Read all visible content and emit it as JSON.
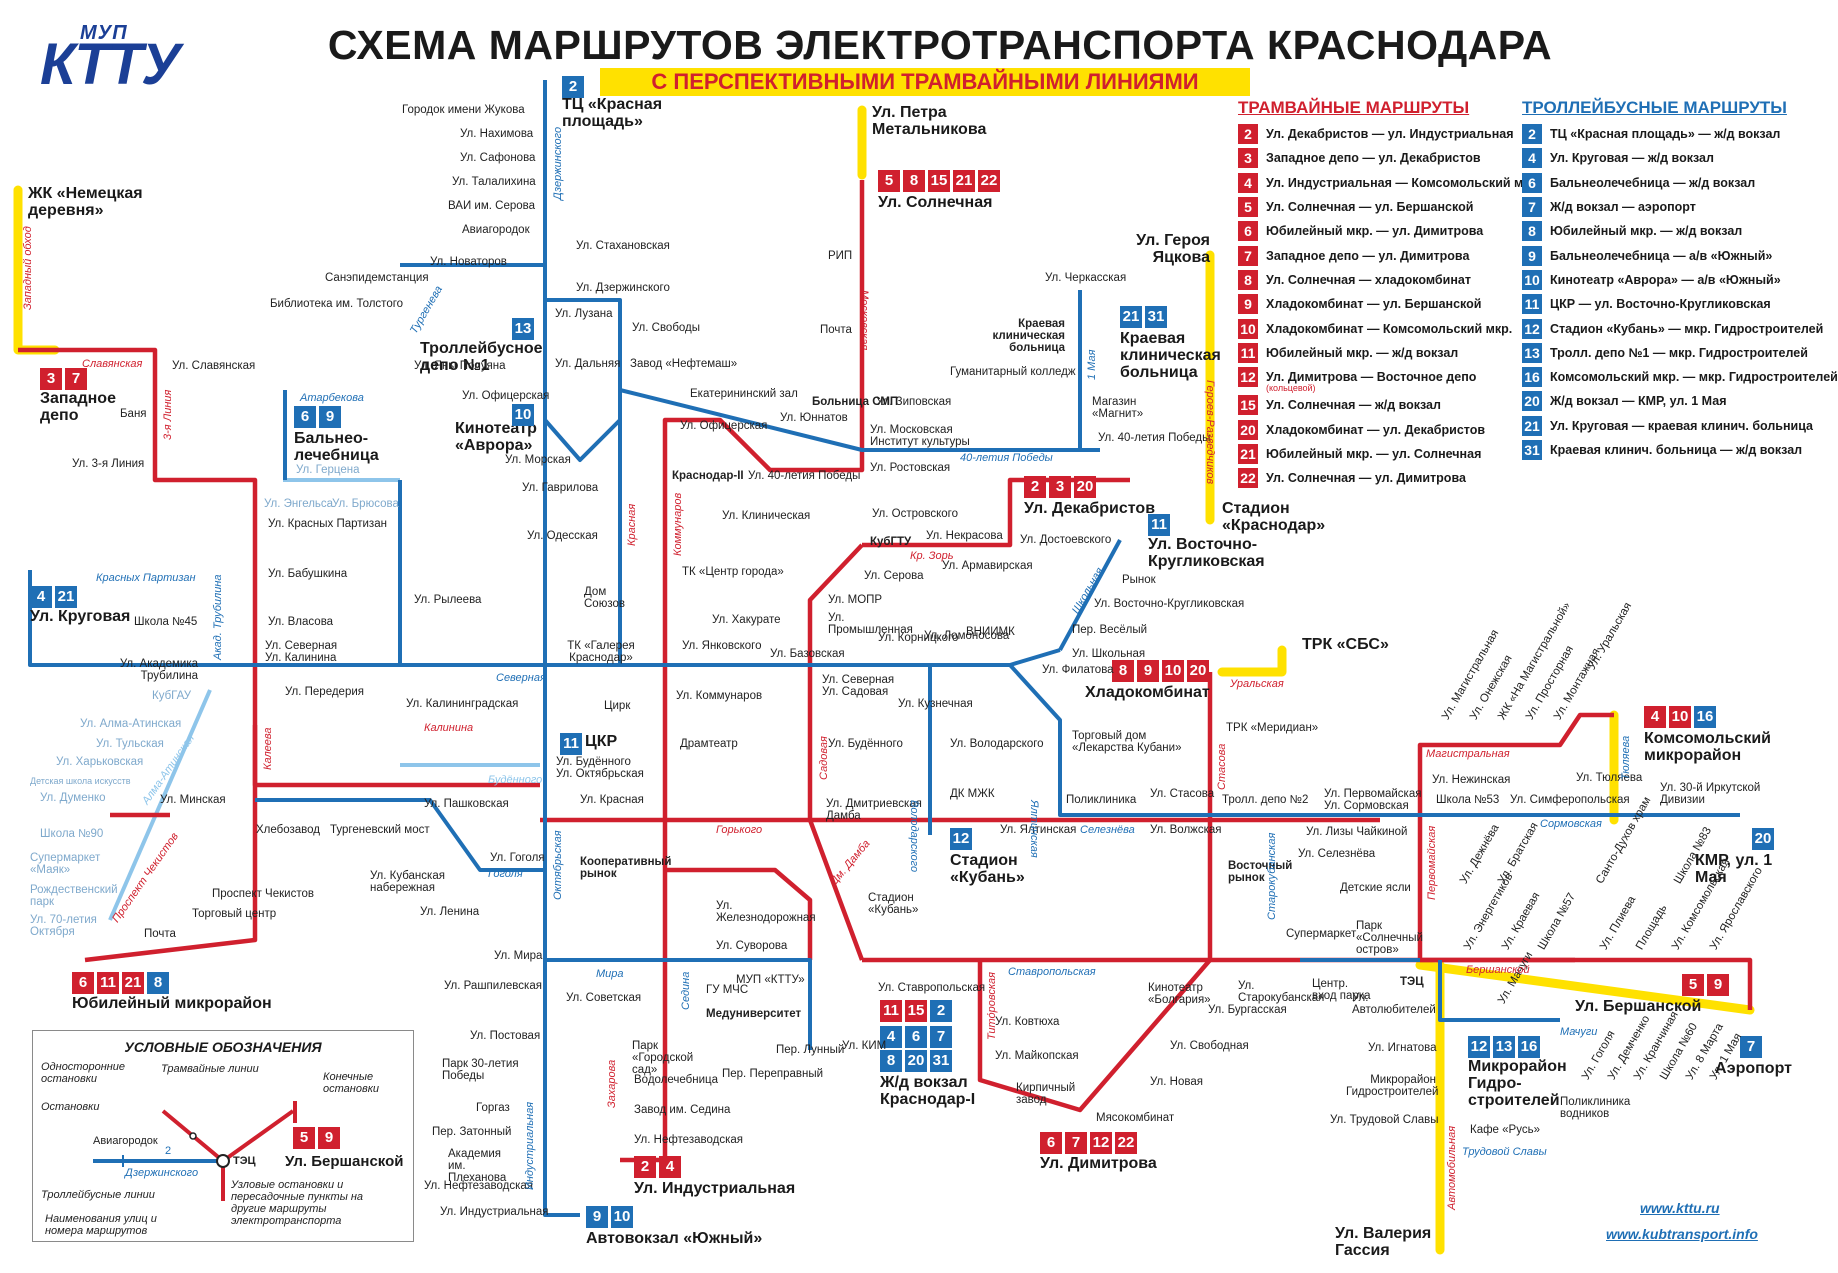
{
  "logo": {
    "top": "МУП",
    "main": "КТТУ"
  },
  "title": "СХЕМА МАРШРУТОВ ЭЛЕКТРОТРАНСПОРТА КРАСНОДАРА",
  "subtitle": "С ПЕРСПЕКТИВНЫМИ ТРАМВАЙНЫМИ ЛИНИЯМИ",
  "colors": {
    "tram": "#d0202e",
    "trolley": "#1f6fb5",
    "perspective": "#ffe100",
    "trolley_light": "#8ec5ea",
    "tram_light": "#e98a8f"
  },
  "legend": {
    "tram_heading": "ТРАМВАЙНЫЕ МАРШРУТЫ",
    "tram": [
      {
        "n": "2",
        "t": "Ул. Декабристов — ул. Индустриальная"
      },
      {
        "n": "3",
        "t": "Западное депо — ул. Декабристов"
      },
      {
        "n": "4",
        "t": "Ул. Индустриальная — Комсомольский мкр."
      },
      {
        "n": "5",
        "t": "Ул. Солнечная — ул. Бершанской"
      },
      {
        "n": "6",
        "t": "Юбилейный мкр. — ул. Димитрова"
      },
      {
        "n": "7",
        "t": "Западное депо — ул. Димитрова"
      },
      {
        "n": "8",
        "t": "Ул. Солнечная — хладокомбинат"
      },
      {
        "n": "9",
        "t": "Хладокомбинат — ул. Бершанской"
      },
      {
        "n": "10",
        "t": "Хладокомбинат — Комсомольский мкр."
      },
      {
        "n": "11",
        "t": "Юбилейный мкр. — ж/д вокзал"
      },
      {
        "n": "12",
        "t": "Ул. Димитрова — Восточное депо"
      },
      {
        "n": "15",
        "t": "Ул. Солнечная — ж/д вокзал"
      },
      {
        "n": "20",
        "t": "Хладокомбинат — ул. Декабристов"
      },
      {
        "n": "21",
        "t": "Юбилейный мкр. — ул. Солнечная"
      },
      {
        "n": "22",
        "t": "Ул. Солнечная — ул. Димитрова"
      }
    ],
    "tram_note": "(кольцевой)",
    "trolley_heading": "ТРОЛЛЕЙБУСНЫЕ МАРШРУТЫ",
    "trolley": [
      {
        "n": "2",
        "t": "ТЦ «Красная площадь» — ж/д вокзал"
      },
      {
        "n": "4",
        "t": "Ул. Круговая — ж/д вокзал"
      },
      {
        "n": "6",
        "t": "Бальнеолечебница — ж/д вокзал"
      },
      {
        "n": "7",
        "t": "Ж/д вокзал — аэропорт"
      },
      {
        "n": "8",
        "t": "Юбилейный мкр. — ж/д вокзал"
      },
      {
        "n": "9",
        "t": "Бальнеолечебница — а/в «Южный»"
      },
      {
        "n": "10",
        "t": "Кинотеатр «Аврора» — а/в «Южный»"
      },
      {
        "n": "11",
        "t": "ЦКР — ул. Восточно-Кругликовская"
      },
      {
        "n": "12",
        "t": "Стадион «Кубань» — мкр. Гидростроителей"
      },
      {
        "n": "13",
        "t": "Тролл. депо №1 — мкр. Гидростроителей"
      },
      {
        "n": "16",
        "t": "Комсомольский мкр. — мкр. Гидростроителей"
      },
      {
        "n": "20",
        "t": "Ж/д вокзал — КМР, ул. 1 Мая"
      },
      {
        "n": "21",
        "t": "Ул. Круговая — краевая клинич. больница"
      },
      {
        "n": "31",
        "t": "Краевая клинич. больница — ж/д вокзал"
      }
    ]
  },
  "terminals": {
    "t1": "ТЦ «Красная площадь»",
    "t2": "ЖК «Немецкая деревня»",
    "t3": "Западное депо",
    "t4": "Ул. Петра Метальникова",
    "t5": "Ул. Солнечная",
    "t6": "Ул. Героя Яцкова",
    "t7": "Краевая клиническая больница",
    "t8": "Троллейбусное депо №1",
    "t9": "Кинотеатр «Аврора»",
    "t10": "Бальнео-лечебница",
    "t11": "Ул. Декабристов",
    "t12": "Стадион «Краснодар»",
    "t13": "Ул. Восточно-Кругликовская",
    "t14": "Ул. Круговая",
    "t15": "ТРК «СБС»",
    "t16": "Хладокомбинат",
    "t17": "ЦКР",
    "t18": "Комсомольский микрорайон",
    "t19": "Стадион «Кубань»",
    "t20": "КМР, ул. 1 Мая",
    "t21": "Юбилейный микрорайон",
    "t22": "Ул. Бершанской",
    "t23": "Ж/д вокзал Краснодар-I",
    "t24": "Аэропорт",
    "t25": "Микрорайон Гидро-строителей",
    "t26": "Ул. Димитрова",
    "t27": "Ул. Индустриальная",
    "t28": "Автовокзал «Южный»",
    "t29": "Ул. Валерия Гассия"
  },
  "badges": {
    "b1": [
      {
        "n": "2",
        "c": "trol"
      }
    ],
    "b2": [
      {
        "n": "3",
        "c": "tram"
      },
      {
        "n": "7",
        "c": "tram"
      }
    ],
    "b3": [
      {
        "n": "5",
        "c": "tram"
      },
      {
        "n": "8",
        "c": "tram"
      },
      {
        "n": "15",
        "c": "tram"
      },
      {
        "n": "21",
        "c": "tram"
      },
      {
        "n": "22",
        "c": "tram"
      }
    ],
    "b4": [
      {
        "n": "21",
        "c": "trol"
      },
      {
        "n": "31",
        "c": "trol"
      }
    ],
    "b5": [
      {
        "n": "13",
        "c": "trol"
      }
    ],
    "b6": [
      {
        "n": "10",
        "c": "trol"
      }
    ],
    "b7": [
      {
        "n": "6",
        "c": "trol"
      },
      {
        "n": "9",
        "c": "trol"
      }
    ],
    "b8": [
      {
        "n": "2",
        "c": "tram"
      },
      {
        "n": "3",
        "c": "tram"
      },
      {
        "n": "20",
        "c": "tram"
      }
    ],
    "b9": [
      {
        "n": "11",
        "c": "trol"
      }
    ],
    "b10": [
      {
        "n": "4",
        "c": "trol"
      },
      {
        "n": "21",
        "c": "trol"
      }
    ],
    "b11": [
      {
        "n": "8",
        "c": "tram"
      },
      {
        "n": "9",
        "c": "tram"
      },
      {
        "n": "10",
        "c": "tram"
      },
      {
        "n": "20",
        "c": "tram"
      }
    ],
    "b12": [
      {
        "n": "11",
        "c": "trol"
      }
    ],
    "b13": [
      {
        "n": "4",
        "c": "tram"
      },
      {
        "n": "10",
        "c": "tram"
      },
      {
        "n": "16",
        "c": "trol"
      }
    ],
    "b14": [
      {
        "n": "12",
        "c": "trol"
      }
    ],
    "b15": [
      {
        "n": "20",
        "c": "trol"
      }
    ],
    "b16": [
      {
        "n": "6",
        "c": "tram"
      },
      {
        "n": "11",
        "c": "tram"
      },
      {
        "n": "21",
        "c": "tram"
      },
      {
        "n": "8",
        "c": "trol"
      }
    ],
    "b17": [
      {
        "n": "5",
        "c": "tram"
      },
      {
        "n": "9",
        "c": "tram"
      }
    ],
    "b18": [
      {
        "n": "11",
        "c": "tram"
      },
      {
        "n": "15",
        "c": "tram"
      },
      {
        "n": "2",
        "c": "trol"
      }
    ],
    "b19": [
      {
        "n": "4",
        "c": "trol"
      },
      {
        "n": "6",
        "c": "trol"
      },
      {
        "n": "7",
        "c": "trol"
      }
    ],
    "b20": [
      {
        "n": "8",
        "c": "trol"
      },
      {
        "n": "20",
        "c": "trol"
      },
      {
        "n": "31",
        "c": "trol"
      }
    ],
    "b21": [
      {
        "n": "7",
        "c": "trol"
      }
    ],
    "b22": [
      {
        "n": "12",
        "c": "trol"
      },
      {
        "n": "13",
        "c": "trol"
      },
      {
        "n": "16",
        "c": "trol"
      }
    ],
    "b23": [
      {
        "n": "6",
        "c": "tram"
      },
      {
        "n": "7",
        "c": "tram"
      },
      {
        "n": "12",
        "c": "tram"
      },
      {
        "n": "22",
        "c": "tram"
      }
    ],
    "b24": [
      {
        "n": "2",
        "c": "tram"
      },
      {
        "n": "4",
        "c": "tram"
      }
    ],
    "b25": [
      {
        "n": "9",
        "c": "trol"
      },
      {
        "n": "10",
        "c": "trol"
      }
    ]
  },
  "stops": {
    "s1": "Городок имени Жукова",
    "s2": "Ул. Нахимова",
    "s3": "Ул. Сафонова",
    "s4": "Ул. Талалихина",
    "s5": "ВАИ им. Серова",
    "s6": "Авиагородок",
    "s7": "Ул. Новаторов",
    "s8": "Санэпидемстанция",
    "s9": "Библиотека им. Толстого",
    "s10": "Ул. Стахановская",
    "s11": "Ул. Дзержинского",
    "s12": "Ул. Лузана",
    "s13": "Ул. Свободы",
    "s14": "Ул. Дальняя",
    "s15": "Завод «Нефтемаш»",
    "s16": "Ул. Яны Полуяна",
    "s17": "Ул. Офицерская",
    "s18": "Ул. Морская",
    "s19": "Ул. Гаврилова",
    "s20": "Ул. Одесская",
    "s21": "Ул. Славянская",
    "s22": "Баня",
    "s23": "Ул. 3-я Линия",
    "s24": "Ул. Герцена",
    "s25": "Ул. Энгельса",
    "s26": "Ул. Брюсова",
    "s27": "Ул. Красных Партизан",
    "s28": "Ул. Бабушкина",
    "s29": "Ул. Рылеева",
    "s30": "Ул. Власова",
    "s31": "Школа №45",
    "s32": "Ул. Академика Трубилина",
    "s33": "Ул. Северная",
    "s34": "Ул. Калинина",
    "s35": "КубГАУ",
    "s36": "Ул. Алма-Атинская",
    "s37": "Ул. Тульская",
    "s38": "Ул. Харьковская",
    "s39": "Детская школа искусств",
    "s40": "Ул. Думенко",
    "s41": "Школа №90",
    "s42": "Супермаркет «Маяк»",
    "s43": "Рождественский парк",
    "s44": "Ул. 70-летия Октября",
    "s45": "Ул. Минская",
    "s46": "Хлебозавод",
    "s47": "Торговый центр",
    "s48": "Почта",
    "s49": "Проспект Чекистов",
    "s50": "Тургеневский мост",
    "s51": "Ул. Передерия",
    "s52": "Ул. Калининградская",
    "s53": "Ул. Пашковская",
    "s54": "Ул. Кубанская набережная",
    "s55": "Ул. Гоголя",
    "s56": "Ул. Ленина",
    "s57": "Ул. Мира",
    "s58": "Ул. Рашпилевская",
    "s59": "Ул. Постовая",
    "s60": "Парк 30-летия Победы",
    "s61": "Горгаз",
    "s62": "Пер. Затонный",
    "s63": "Академия им. Плеханова",
    "s64": "Ул. Нефтезаводская",
    "s65": "Ул. Индустриальная",
    "s66": "Ул. Советская",
    "s67": "Парк «Городской сад»",
    "s68": "Водолечебница",
    "s69": "Завод им. Седина",
    "s70": "Ул. Нефтезаводская",
    "s71": "Кооперативный рынок",
    "s72": "Ул. Будённого",
    "s73": "Ул. Октябрьская",
    "s74": "Ул. Красная",
    "s75": "Драмтеатр",
    "s76": "Ул. Коммунаров",
    "s77": "Цирк",
    "s78": "ТК «Галерея Краснодар»",
    "s79": "Дом Союзов",
    "s80": "Ул. Хакурате",
    "s81": "Ул. Янковского",
    "s82": "Ул. Базовская",
    "s83": "Ул. Железнодорожная",
    "s84": "Ул. Суворова",
    "s85": "МУП «КТТУ»",
    "s86": "ГУ МЧС",
    "s87": "Медуниверситет",
    "s88": "Пер. Переправный",
    "s89": "Пер. Лунный",
    "s90": "Ул. КИМ",
    "s91": "Ул. Офицерская",
    "s92": "Краснодар-II",
    "s93": "Ул. 40-летия Победы",
    "s94": "Ул. Клиническая",
    "s95": "ТК «Центр города»",
    "s96": "Ул. Промышленная",
    "s97": "Ул. МОПР",
    "s98": "Ул. Северная",
    "s99": "Ул. Садовая",
    "s100": "Ул. Кузнечная",
    "s101": "Ул. Володарского",
    "s102": "ДК МЖК",
    "s103": "Ул. Дмитриевская Дамба",
    "s104": "Ул. Будённого",
    "s105": "Стадион «Кубань»",
    "s106": "Ул. Ставропольская",
    "s107": "Ул. Ковтюха",
    "s108": "Ул. Майкопская",
    "s109": "Кирпичный завод",
    "s110": "Мясокомбинат",
    "s111": "Ул. Новая",
    "s112": "Ул. Свободная",
    "s113": "Ул. Бургасская",
    "s114": "Кинотеатр «Болгария»",
    "s115": "Ул. Старокубанская",
    "s116": "Супермаркет",
    "s117": "Центр. вход парка",
    "s118": "Ул. Автолюбителей",
    "s119": "ТЭЦ",
    "s120": "Парк «Солнечный остров»",
    "s121": "Ул. Игнатова",
    "s122": "Микрорайон Гидростроителей",
    "s123": "Ул. Трудовой Славы",
    "s124": "Кафе «Русь»",
    "s125": "Поликлиника водников",
    "s126": "Ул. Лизы Чайкиной",
    "s127": "Ул. Селезнёва",
    "s128": "Детские ясли",
    "s129": "Восточный рынок",
    "s130": "Тролл. депо №2",
    "s131": "Ул. Первомайская",
    "s132": "Ул. Сормовская",
    "s133": "Школа №53",
    "s134": "Ул. Симферопольская",
    "s135": "Ул. Тюляева",
    "s136": "Ул. Нежинская",
    "s137": "Ул. 30-й Иркутской Дивизии",
    "s138": "Поликлиника",
    "s139": "Ул. Стасова",
    "s140": "Ул. Волжская",
    "s141": "Ул. Ялтинская",
    "s142": "Торговый дом «Лекарства Кубани»",
    "s143": "ТРК «Меридиан»",
    "s144": "Ул. Филатова",
    "s145": "Ул. Школьная",
    "s146": "Пер. Весёлый",
    "s147": "Ул. Восточно-Кругликовская",
    "s148": "Рынок",
    "s149": "ВНИИМК",
    "s150": "Ул. Ломоносова",
    "s151": "Ул. Корницкого",
    "s152": "Ул. Серова",
    "s153": "Ул. Армавирская",
    "s154": "Ул. Некрасова",
    "s155": "Ул. Достоевского",
    "s156": "КубГТУ",
    "s157": "Ул. Островского",
    "s158": "Ул. Ростовская",
    "s159": "Ул. Московская",
    "s160": "Институт культуры",
    "s161": "Ул. Зиповская",
    "s162": "Ул. Юннатов",
    "s163": "Больница СМП",
    "s164": "Екатерининский зал",
    "s165": "РИП",
    "s166": "Почта",
    "s167": "Ул. Черкасская",
    "s168": "Краевая клиническая больница",
    "s169": "Гуманитарный колледж",
    "s170": "Магазин «Магнит»",
    "s171": "Ул. 40-летия Победы",
    "s172": "Ул. Уральская",
    "s173": "Ул. Магистральная",
    "s174": "Ул. Онежская",
    "s175": "ЖК «На Магистральной»",
    "s176": "Ул. Просторная",
    "s177": "Ул. Монтажная",
    "s178": "Ул. Дежнёва",
    "s179": "Ул. Братская",
    "s180": "Санто-Духов храм",
    "s181": "Школа №83",
    "s182": "Ул. Энергетиков",
    "s183": "Ул. Краевая",
    "s184": "Школа №57",
    "s185": "Ул. Плиева",
    "s186": "Площадь",
    "s187": "Ул. Комсомольская",
    "s188": "Ул. Ярославского",
    "s189": "Ул. Гоголя",
    "s190": "Ул. Демченко",
    "s191": "Ул. Кранчиная",
    "s192": "Школа №60",
    "s193": "Ул. 8 Марта",
    "s194": "Ул. 1 Мая",
    "s195": "Ул. Мачуги"
  },
  "streets": {
    "st1": "Дзержинского",
    "st2": "Тургенева",
    "st3": "Славянская",
    "st4": "3-я Линия",
    "st5": "Атарбекова",
    "st6": "Красных Партизан",
    "st7": "Акад. Трубилина",
    "st8": "Алма-Атинская",
    "st9": "Калинина",
    "st10": "Проспект Чекистов",
    "st11": "Калеева",
    "st12": "Гоголя",
    "st13": "Северная",
    "st14": "Будённого",
    "st15": "Октябрьская",
    "st16": "Мира",
    "st17": "Индустриальная",
    "st18": "Красная",
    "st19": "Коммунаров",
    "st20": "Горького",
    "st21": "Седина",
    "st22": "Захарова",
    "st23": "Московская",
    "st24": "Садовая",
    "st25": "Володарского",
    "st26": "Ставропольская",
    "st27": "Стасова",
    "st28": "Уральская",
    "st29": "Селезнёва",
    "st30": "Ялтинская",
    "st31": "Школьная",
    "st32": "Героев-Разведчиков",
    "st33": "1 Мая",
    "st34": "40-летия Победы",
    "st35": "Кр. Зорь",
    "st36": "Старокубанская",
    "st37": "Магистральная",
    "st38": "Сормовская",
    "st39": "Тюляева",
    "st40": "Бершанской",
    "st41": "Первомайская",
    "st42": "Автомобильная",
    "st43": "Трудовой Славы",
    "st44": "Мачуги",
    "st45": "Западный обход",
    "st46": "Тито́ровская",
    "st47": "Дм. Дамба"
  },
  "key": {
    "title": "УСЛОВНЫЕ ОБОЗНАЧЕНИЯ",
    "oneway": "Односторонние остановки",
    "tram_lines": "Трамвайные линии",
    "stops": "Остановки",
    "terminal": "Конечные остановки",
    "stop_name": "Авиагородок",
    "route_no": "2",
    "street_name": "Дзержинского",
    "trol_lines": "Троллейбусные линии",
    "transfer": "Узловые остановки и пересадочные пункты на другие маршруты электротранспорта",
    "names": "Наименования улиц и номера маршрутов",
    "tec": "ТЭЦ",
    "term_name": "Ул. Бершанской",
    "badges": [
      {
        "n": "5",
        "c": "tram"
      },
      {
        "n": "9",
        "c": "tram"
      }
    ]
  },
  "urls": {
    "u1": "www.kttu.ru",
    "u2": "www.kubtransport.info"
  }
}
